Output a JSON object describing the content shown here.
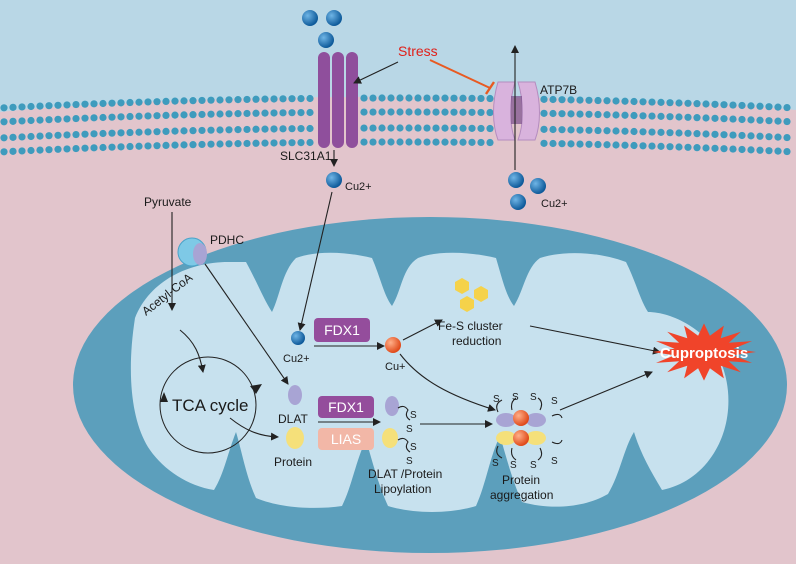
{
  "labels": {
    "stress": "Stress",
    "slc31a1": "SLC31A1",
    "atp7b": "ATP7B",
    "cu2_cyto": "Cu2+",
    "cu2_out": "Cu2+",
    "pyruvate": "Pyruvate",
    "pdhc": "PDHC",
    "acetyl_coa": "Acetyl-CoA",
    "tca_cycle": "TCA cycle",
    "cu2_mito": "Cu2+",
    "fdx1_top": "FDX1",
    "cu_plus": "Cu+",
    "fes_line1": "Fe-S cluster",
    "fes_line2": "reduction",
    "cuproptosis": "Cuproptosis",
    "dlat": "DLAT",
    "fdx1_mid": "FDX1",
    "lias": "LIAS",
    "protein": "Protein",
    "lipoylation_line1": "DLAT /Protein",
    "lipoylation_line2": "Lipoylation",
    "aggregation_line1": "Protein",
    "aggregation_line2": "aggregation",
    "s": "S"
  },
  "colors": {
    "extracellular": "#b9d7e6",
    "cytoplasm": "#e2c5cc",
    "membrane_bead": "#3e9bbd",
    "mito_outer": "#5c9fbc",
    "mito_inner": "#c7e1ee",
    "copper": "#1f6fb0",
    "cu_plus": "#e8602c",
    "fdx1_box": "#944d9c",
    "lias_box": "#f2b7a7",
    "dlat": "#a8a4d4",
    "protein": "#f5e07a",
    "fes": "#f5d24a",
    "cuproptosis": "#f0442a",
    "stress": "#e0201a"
  }
}
